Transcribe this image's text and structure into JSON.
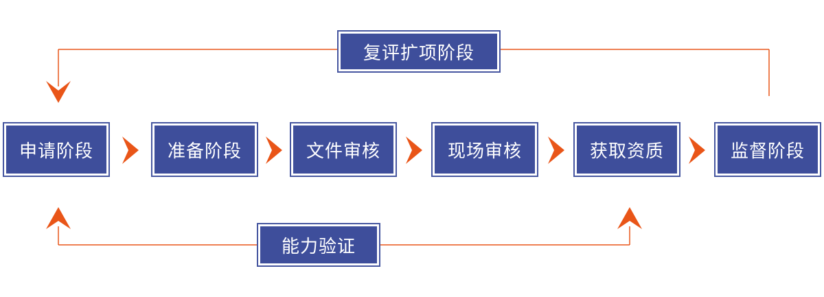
{
  "diagram": {
    "stages": [
      {
        "label": "申请阶段"
      },
      {
        "label": "准备阶段"
      },
      {
        "label": "文件审核"
      },
      {
        "label": "现场审核"
      },
      {
        "label": "获取资质"
      },
      {
        "label": "监督阶段"
      }
    ],
    "feedback_top": {
      "label": "复评扩项阶段"
    },
    "feedback_bottom": {
      "label": "能力验证"
    },
    "colors": {
      "box_fill": "#3E4E9B",
      "box_border": "#4656A0",
      "arrow_orange": "#E95518",
      "label_text": "#FFFFFF",
      "background": "#FFFFFF"
    }
  }
}
